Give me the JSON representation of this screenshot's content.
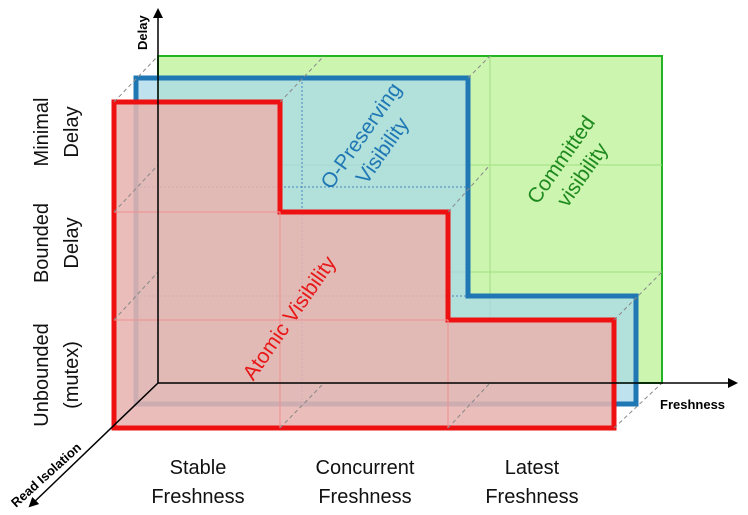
{
  "axes": {
    "x": "Freshness",
    "y": "Delay",
    "z": "Read Isolation"
  },
  "x_ticks": [
    {
      "line1": "Stable",
      "line2": "Freshness"
    },
    {
      "line1": "Concurrent",
      "line2": "Freshness"
    },
    {
      "line1": "Latest",
      "line2": "Freshness"
    }
  ],
  "y_ticks": [
    {
      "line1": "Minimal",
      "line2": "Delay"
    },
    {
      "line1": "Bounded",
      "line2": "Delay"
    },
    {
      "line1": "Unbounded",
      "line2": "(mutex)"
    }
  ],
  "regions": {
    "committed": {
      "line1": "Committed",
      "line2": "visibility",
      "color": "#1e8a1e",
      "fill": "#ccf5b0",
      "stroke": "#22b422"
    },
    "opreserving": {
      "line1": "O-Preserving",
      "line2": "Visibility",
      "color": "#1f78b4",
      "fill": "#a9d8ea",
      "stroke": "#1f78b4"
    },
    "atomic": {
      "line1": "Atomic Visibility",
      "color": "#e81818",
      "fill": "#e7b4b0",
      "stroke": "#ee1111"
    }
  }
}
